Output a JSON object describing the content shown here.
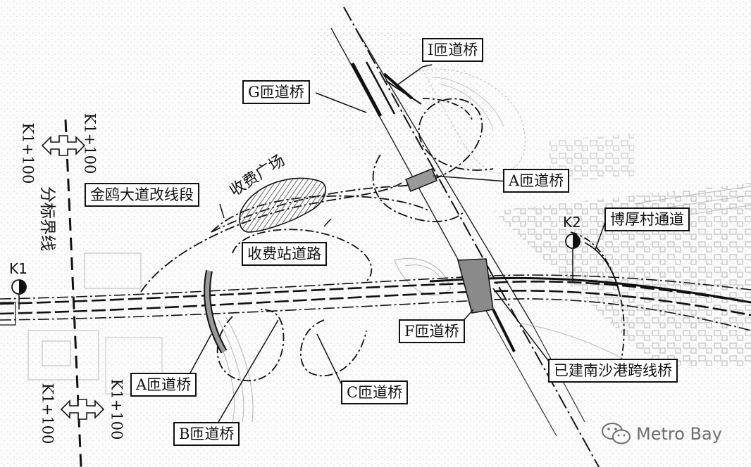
{
  "labels": {
    "ramp_i": "I匝道桥",
    "ramp_g": "G匝道桥",
    "ramp_a_east": "A匝道桥",
    "ramp_a_west": "A匝道桥",
    "ramp_b": "B匝道桥",
    "ramp_c": "C匝道桥",
    "ramp_f": "F匝道桥",
    "toll_plaza": "收费广场",
    "jinou_road": "金鸥大道改线段",
    "toll_road": "收费站道路",
    "bohou_passage": "博厚村通道",
    "nansha_bridge": "已建南沙港跨线桥",
    "boundary": "分标界线",
    "chainage_top_left": "K1+100",
    "chainage_top_right": "K1+100",
    "chainage_bottom_left": "K1+100",
    "chainage_bottom_right": "K1+100",
    "k1": "K1",
    "k2": "K2"
  },
  "watermark": {
    "text": "Metro Bay",
    "icon": "wechat-icon"
  },
  "colors": {
    "line": "#111111",
    "structure": "#8a8a8a",
    "terrain": "#b9b9b9",
    "watermark": "#6e6e6e"
  }
}
